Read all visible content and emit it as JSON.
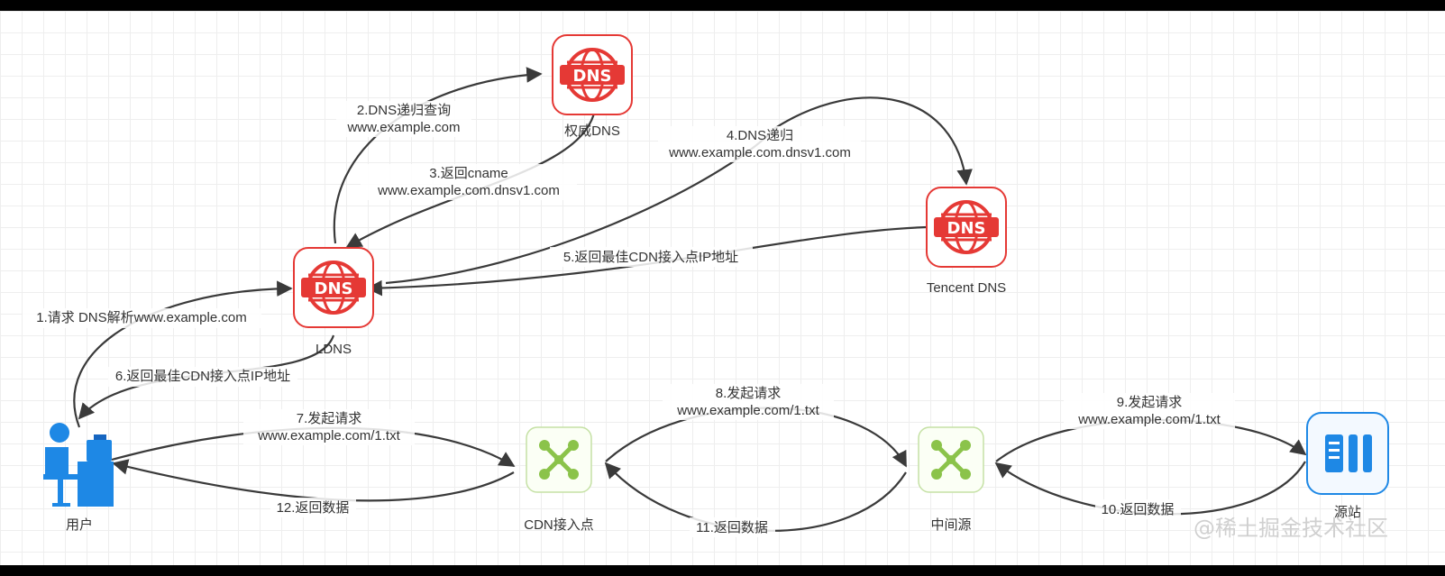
{
  "nodes": {
    "auth_dns": {
      "label": "权威DNS",
      "icon": "dns-icon"
    },
    "ldns": {
      "label": "LDNS",
      "icon": "dns-icon"
    },
    "tencent_dns": {
      "label": "Tencent DNS",
      "icon": "dns-icon"
    },
    "user": {
      "label": "用户",
      "icon": "user-at-computer-icon"
    },
    "cdn_node": {
      "label": "CDN接入点",
      "icon": "network-node-icon"
    },
    "middle_origin": {
      "label": "中间源",
      "icon": "network-node-icon"
    },
    "origin": {
      "label": "源站",
      "icon": "server-icon"
    }
  },
  "edges": {
    "e1": "1.请求 DNS解析www.example.com",
    "e2a": "2.DNS递归查询",
    "e2b": "www.example.com",
    "e3a": "3.返回cname",
    "e3b": "www.example.com.dnsv1.com",
    "e4a": "4.DNS递归",
    "e4b": "www.example.com.dnsv1.com",
    "e5": "5.返回最佳CDN接入点IP地址",
    "e6": "6.返回最佳CDN接入点IP地址",
    "e7a": "7.发起请求",
    "e7b": "www.example.com/1.txt",
    "e8a": "8.发起请求",
    "e8b": "www.example.com/1.txt",
    "e9a": "9.发起请求",
    "e9b": "www.example.com/1.txt",
    "e10": "10.返回数据",
    "e11": "11.返回数据",
    "e12": "12.返回数据"
  },
  "watermark": "@稀土掘金技术社区",
  "colors": {
    "dns": "#e53935",
    "network": "#8bc34a",
    "user": "#1e88e5",
    "server": "#1e88e5"
  }
}
